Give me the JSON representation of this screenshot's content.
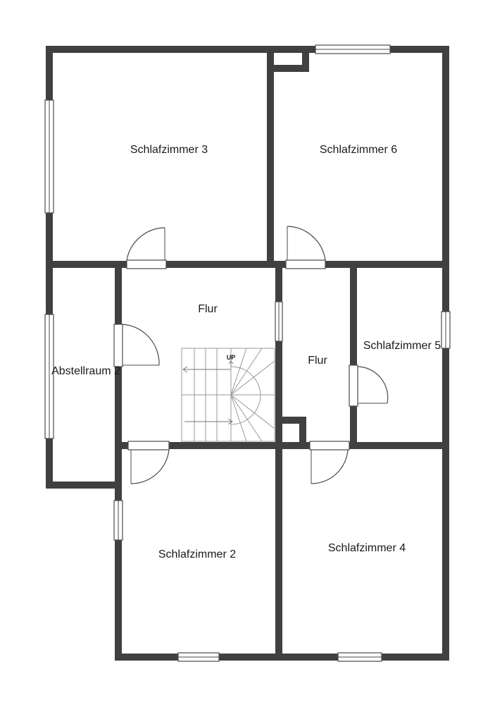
{
  "floor_plan": {
    "rooms": {
      "schlafzimmer_3": "Schlafzimmer 3",
      "schlafzimmer_6": "Schlafzimmer 6",
      "flur_left": "Flur",
      "flur_right": "Flur",
      "schlafzimmer_5": "Schlafzimmer 5",
      "abstellraum_2": "Abstellraum 2",
      "schlafzimmer_2": "Schlafzimmer 2",
      "schlafzimmer_4": "Schlafzimmer 4"
    },
    "stair_label": "UP"
  },
  "colors": {
    "wall": "#404040",
    "background": "#ffffff"
  }
}
